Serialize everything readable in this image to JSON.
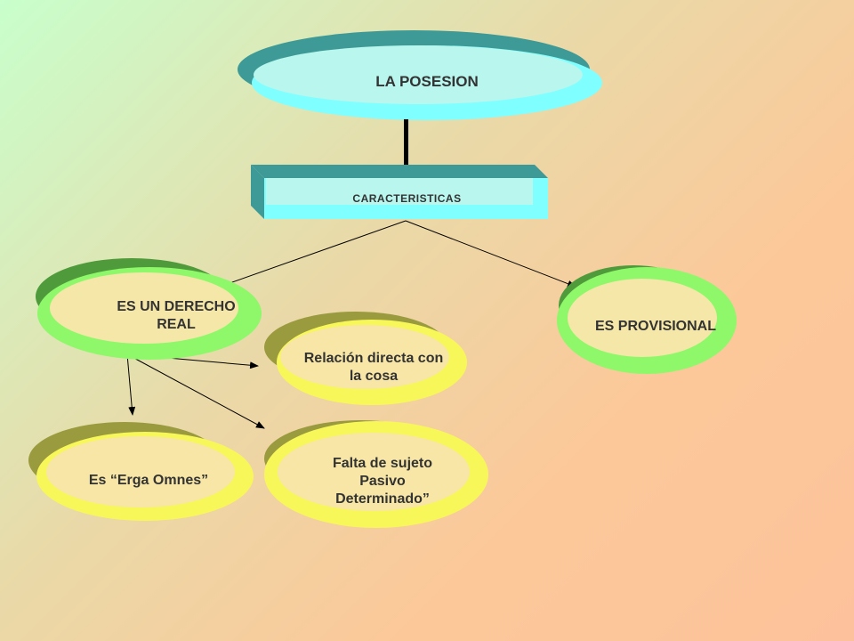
{
  "title": "LA POSESION",
  "subtitle": "CARACTERISTICAS",
  "nodes": {
    "derecho_real": "ES UN DERECHO\nREAL",
    "provisional": "ES PROVISIONAL",
    "relacion": "Relación directa con\nla cosa",
    "erga_omnes": "Es “Erga Omnes”",
    "falta_sujeto": "Falta de sujeto\nPasivo\nDeterminado”"
  },
  "colors": {
    "title_shadow": "#3e9a96",
    "title_face": "#b8f6ee",
    "title_rim": "#7fffff",
    "box_shadow": "#3e9a96",
    "box_face": "#b8f6ee",
    "box_rim": "#7fffff",
    "green_shadow": "#4f9a3a",
    "green_face": "#f5e7a8",
    "green_rim": "#8ef86a",
    "olive_shadow": "#9a9a3e",
    "olive_face": "#f7e6a6",
    "olive_rim": "#f7f75a",
    "text": "#333333"
  }
}
